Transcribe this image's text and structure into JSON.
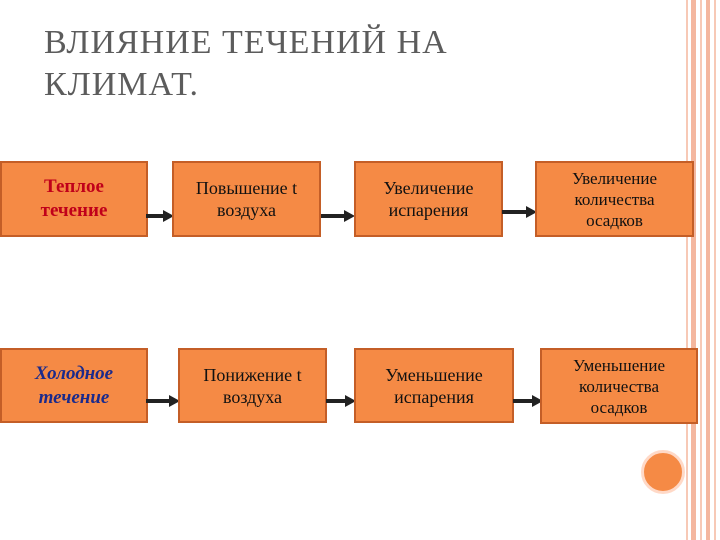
{
  "title": "ВЛИЯНИЕ ТЕЧЕНИЙ НА\nКЛИМАТ.",
  "warm_row": {
    "head": "Теплое\nтечение",
    "step1": "Повышение t\nвоздуха",
    "step2": "Увеличение\nиспарения",
    "step3": "Увеличение\nколичества\nосадков"
  },
  "cold_row": {
    "head": "Холодное\nтечение",
    "step1": "Понижение t\nвоздуха",
    "step2": "Уменьшение\nиспарения",
    "step3": "Уменьшение\nколичества\nосадков"
  },
  "colors": {
    "box_fill": "#f58a45",
    "box_border": "#c45e27",
    "warm_text": "#c0001a",
    "cold_text": "#1a2a8c"
  }
}
